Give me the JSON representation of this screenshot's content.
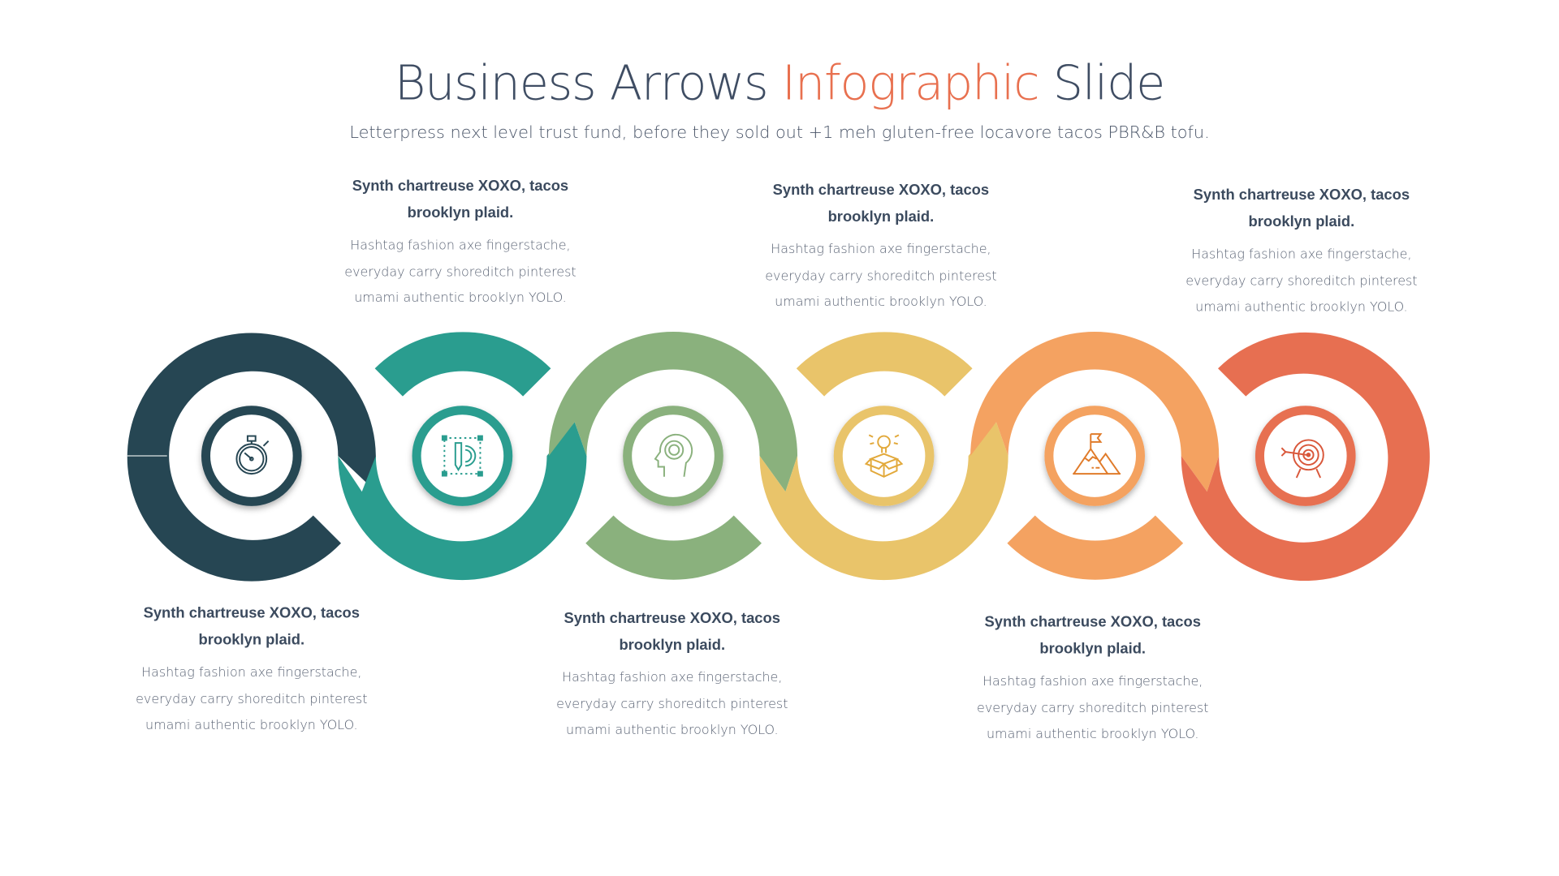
{
  "slide": {
    "title_part1": "Business Arrows ",
    "title_accent": "Infographic",
    "title_part3": " Slide",
    "subtitle": "Letterpress next level trust fund, before they sold out +1 meh gluten-free locavore tacos PBR&B tofu."
  },
  "colors": {
    "title": "#3f4d63",
    "accent": "#e8704f",
    "step1": "#264653",
    "step2": "#2a9d8f",
    "step3": "#8ab17d",
    "step4": "#e9c46a",
    "step5": "#f4a261",
    "step6": "#e76f51"
  },
  "steps": [
    {
      "icon": "stopwatch-icon",
      "heading_line1": "Synth chartreuse XOXO, tacos",
      "heading_line2": "brooklyn plaid.",
      "body_line1": "Hashtag fashion axe fingerstache,",
      "body_line2": "everyday carry shoreditch pinterest",
      "body_line3": "umami authentic brooklyn YOLO."
    },
    {
      "icon": "design-pencil-gear-icon",
      "heading_line1": "Synth chartreuse XOXO, tacos",
      "heading_line2": "brooklyn plaid.",
      "body_line1": "Hashtag fashion axe fingerstache,",
      "body_line2": "everyday carry shoreditch pinterest",
      "body_line3": "umami authentic brooklyn YOLO."
    },
    {
      "icon": "head-maze-icon",
      "heading_line1": "Synth chartreuse XOXO, tacos",
      "heading_line2": "brooklyn plaid.",
      "body_line1": "Hashtag fashion axe fingerstache,",
      "body_line2": "everyday carry shoreditch pinterest",
      "body_line3": "umami authentic brooklyn YOLO."
    },
    {
      "icon": "idea-box-icon",
      "heading_line1": "Synth chartreuse XOXO, tacos",
      "heading_line2": "brooklyn plaid.",
      "body_line1": "Hashtag fashion axe fingerstache,",
      "body_line2": "everyday carry shoreditch pinterest",
      "body_line3": "umami authentic brooklyn YOLO."
    },
    {
      "icon": "mountain-flag-icon",
      "heading_line1": "Synth chartreuse XOXO, tacos",
      "heading_line2": "brooklyn plaid.",
      "body_line1": "Hashtag fashion axe fingerstache,",
      "body_line2": "everyday carry shoreditch pinterest",
      "body_line3": "umami authentic brooklyn YOLO."
    },
    {
      "icon": "target-arrow-icon",
      "heading_line1": "Synth chartreuse XOXO, tacos",
      "heading_line2": "brooklyn plaid.",
      "body_line1": "Hashtag fashion axe fingerstache,",
      "body_line2": "everyday carry shoreditch pinterest",
      "body_line3": "umami authentic brooklyn YOLO."
    }
  ]
}
